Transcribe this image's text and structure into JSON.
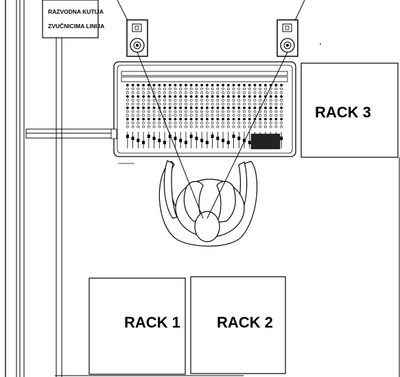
{
  "sign": {
    "line1": "RAZVODNA KUTIJA",
    "line2": "ZVUČNICIMA LINIJA"
  },
  "racks": {
    "rack1": "RACK 1",
    "rack2": "RACK 2",
    "rack3": "RACK 3"
  },
  "colors": {
    "ink": "#000000",
    "background": "#ffffff"
  },
  "icons": [
    "speaker-icon",
    "mixing-console-icon",
    "operator-chair-icon"
  ]
}
